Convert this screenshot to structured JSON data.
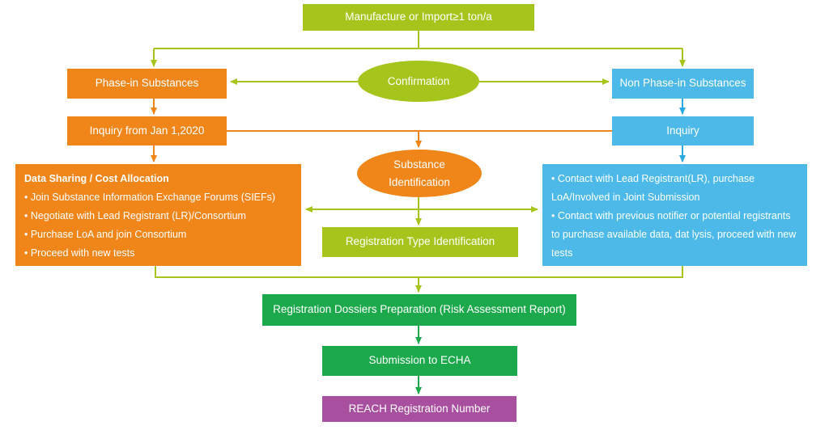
{
  "colors": {
    "lime": "#a5c51c",
    "orange": "#f0861a",
    "blue": "#4cb9e8",
    "blue_line": "#2aa8e1",
    "green": "#1ba94c",
    "purple": "#a94f9f",
    "text": "#ffffff"
  },
  "nodes": {
    "top": {
      "label": "Manufacture or Import≥1 ton/a"
    },
    "confirmation": {
      "label": "Confirmation"
    },
    "phase_in": {
      "label": "Phase-in Substances"
    },
    "non_phase_in": {
      "label": "Non Phase-in Substances"
    },
    "inquiry_left": {
      "label": "Inquiry from Jan 1,2020"
    },
    "inquiry_right": {
      "label": "Inquiry"
    },
    "substance_identification": {
      "label": "Substance Identification"
    },
    "data_sharing": {
      "title": "Data Sharing / Cost Allocation",
      "bullets": [
        "• Join Substance Information Exchange Forums (SIEFs)",
        "• Negotiate with Lead Registrant (LR)/Consortium",
        "• Purchase LoA and join Consortium",
        "• Proceed with new tests"
      ]
    },
    "registration_type": {
      "label": "Registration Type Identification"
    },
    "contact": {
      "bullets": [
        "• Contact with Lead Registrant(LR), purchase LoA/Involved in Joint Submission",
        "• Contact with previous notifier or potential registrants to purchase available data, dat lysis, proceed with new tests"
      ]
    },
    "dossiers": {
      "label": "Registration Dossiers Preparation (Risk Assessment Report)"
    },
    "submission": {
      "label": "Submission to ECHA"
    },
    "reach": {
      "label": "REACH Registration Number"
    }
  }
}
